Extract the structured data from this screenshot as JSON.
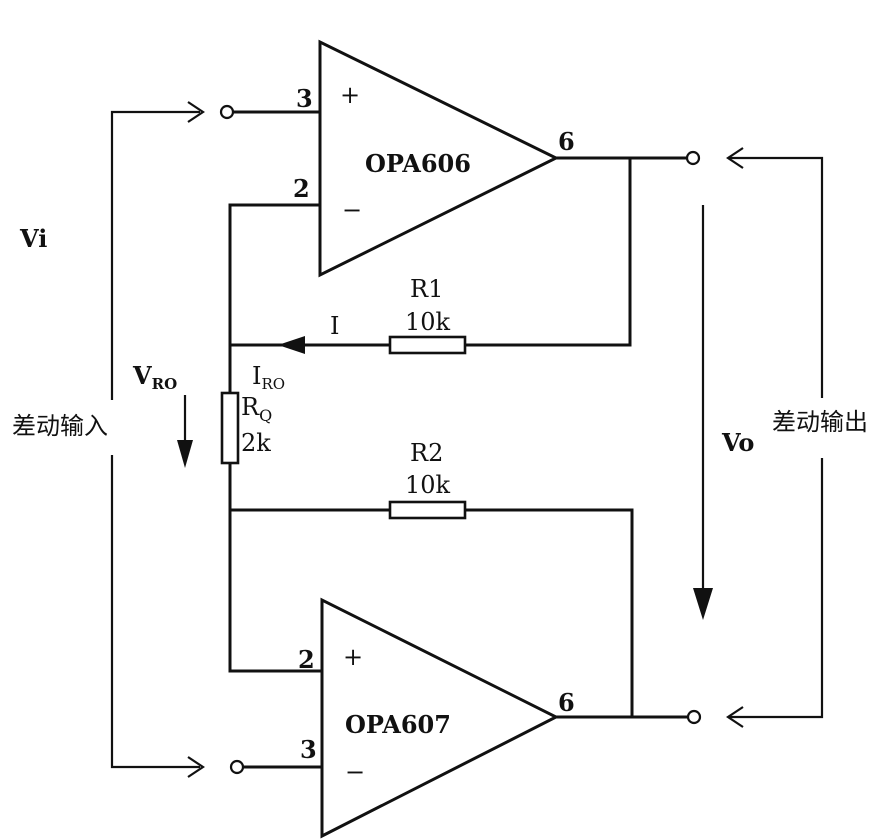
{
  "input": {
    "symbol": "Vi",
    "caption": "差动输入",
    "voltage_label": "V",
    "voltage_sub": "RO"
  },
  "output": {
    "symbol": "Vo",
    "caption": "差动输出"
  },
  "amp_top": {
    "name": "OPA606",
    "pin_plus": "3",
    "pin_minus": "2",
    "pin_out": "6",
    "plus_sign": "+",
    "minus_sign": "−"
  },
  "amp_bottom": {
    "name": "OPA607",
    "pin_plus": "2",
    "pin_minus": "3",
    "pin_out": "6",
    "plus_sign": "+",
    "minus_sign": "−"
  },
  "r1": {
    "name": "R1",
    "value": "10k"
  },
  "r2": {
    "name": "R2",
    "value": "10k"
  },
  "rq": {
    "name": "R",
    "sub": "Q",
    "value": "2k"
  },
  "current": {
    "i": "I",
    "iro": "I",
    "iro_sub": "RO"
  }
}
